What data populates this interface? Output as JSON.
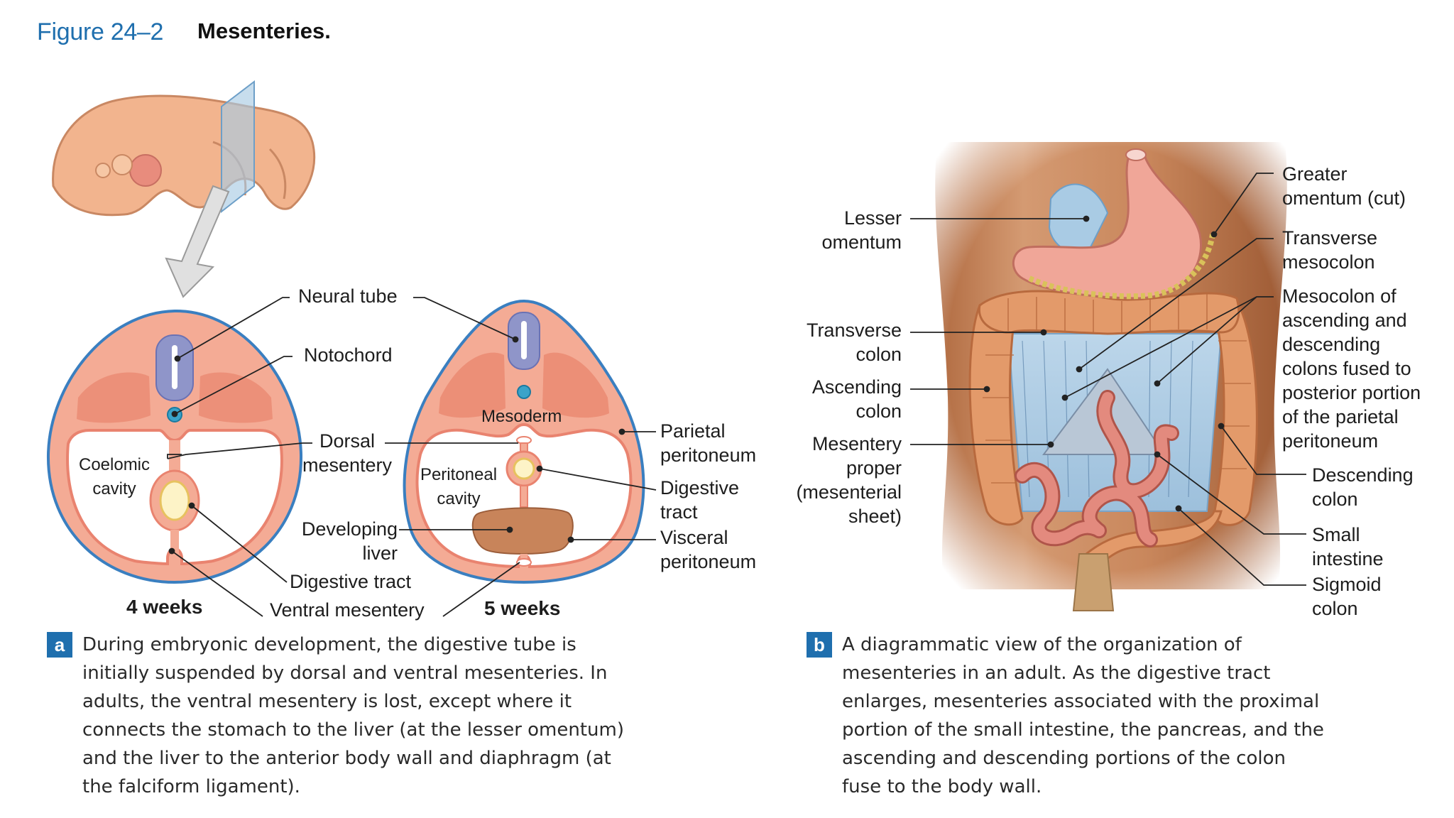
{
  "figure": {
    "number": "Figure 24–2",
    "title": "Mesenteries."
  },
  "panel_a": {
    "badge": "a",
    "labels": {
      "neural_tube": "Neural tube",
      "notochord": "Notochord",
      "dorsal_mesentery": [
        "Dorsal",
        "mesentery"
      ],
      "coelomic_cavity": [
        "Coelomic",
        "cavity"
      ],
      "developing_liver": [
        "Developing",
        "liver"
      ],
      "digestive_tract": "Digestive tract",
      "ventral_mesentery": "Ventral mesentery",
      "week4": "4 weeks",
      "week5": "5 weeks",
      "mesoderm": "Mesoderm",
      "peritoneal_cavity": [
        "Peritoneal",
        "cavity"
      ],
      "parietal_peritoneum": [
        "Parietal",
        "peritoneum"
      ],
      "digestive_tract_right": [
        "Digestive",
        "tract"
      ],
      "visceral_peritoneum": [
        "Visceral",
        "peritoneum"
      ]
    },
    "caption": [
      "During embryonic development, the digestive tube is",
      "initially suspended by dorsal and ventral mesenteries. In",
      "adults, the ventral mesentery is lost, except where it",
      "connects the stomach to the liver (at the lesser omentum)",
      "and the liver to the anterior body wall and diaphragm (at",
      "the falciform ligament)."
    ]
  },
  "panel_b": {
    "badge": "b",
    "left_labels": {
      "lesser_omentum": [
        "Lesser",
        "omentum"
      ],
      "transverse_colon": [
        "Transverse",
        "colon"
      ],
      "ascending_colon": [
        "Ascending",
        "colon"
      ],
      "mesentery_proper": [
        "Mesentery",
        "proper",
        "(mesenterial",
        "sheet)"
      ]
    },
    "right_labels": {
      "greater_omentum": [
        "Greater",
        "omentum (cut)"
      ],
      "transverse_mesocolon": [
        "Transverse",
        "mesocolon"
      ],
      "mesocolon": [
        "Mesocolon of",
        "ascending and",
        "descending",
        "colons fused to",
        "posterior portion",
        "of the parietal",
        "peritoneum"
      ],
      "descending_colon": [
        "Descending",
        "colon"
      ],
      "small_intestine": [
        "Small",
        "intestine"
      ],
      "sigmoid_colon": [
        "Sigmoid",
        "colon"
      ]
    },
    "caption": [
      "A diagrammatic view of the organization of",
      "mesenteries in an adult. As the digestive tract",
      "enlarges, mesenteries associated with the proximal",
      "portion of the small intestine, the pancreas, and the",
      "ascending and descending portions of the colon",
      "fuse to the body wall."
    ]
  },
  "colors": {
    "accent": "#1f6fae",
    "tissue": "#f3a992",
    "tissue_dark": "#e98470",
    "outline": "#3a7fc0",
    "neural": "#8f95c9",
    "liver": "#c8845a",
    "skin": "#c98a5e"
  }
}
